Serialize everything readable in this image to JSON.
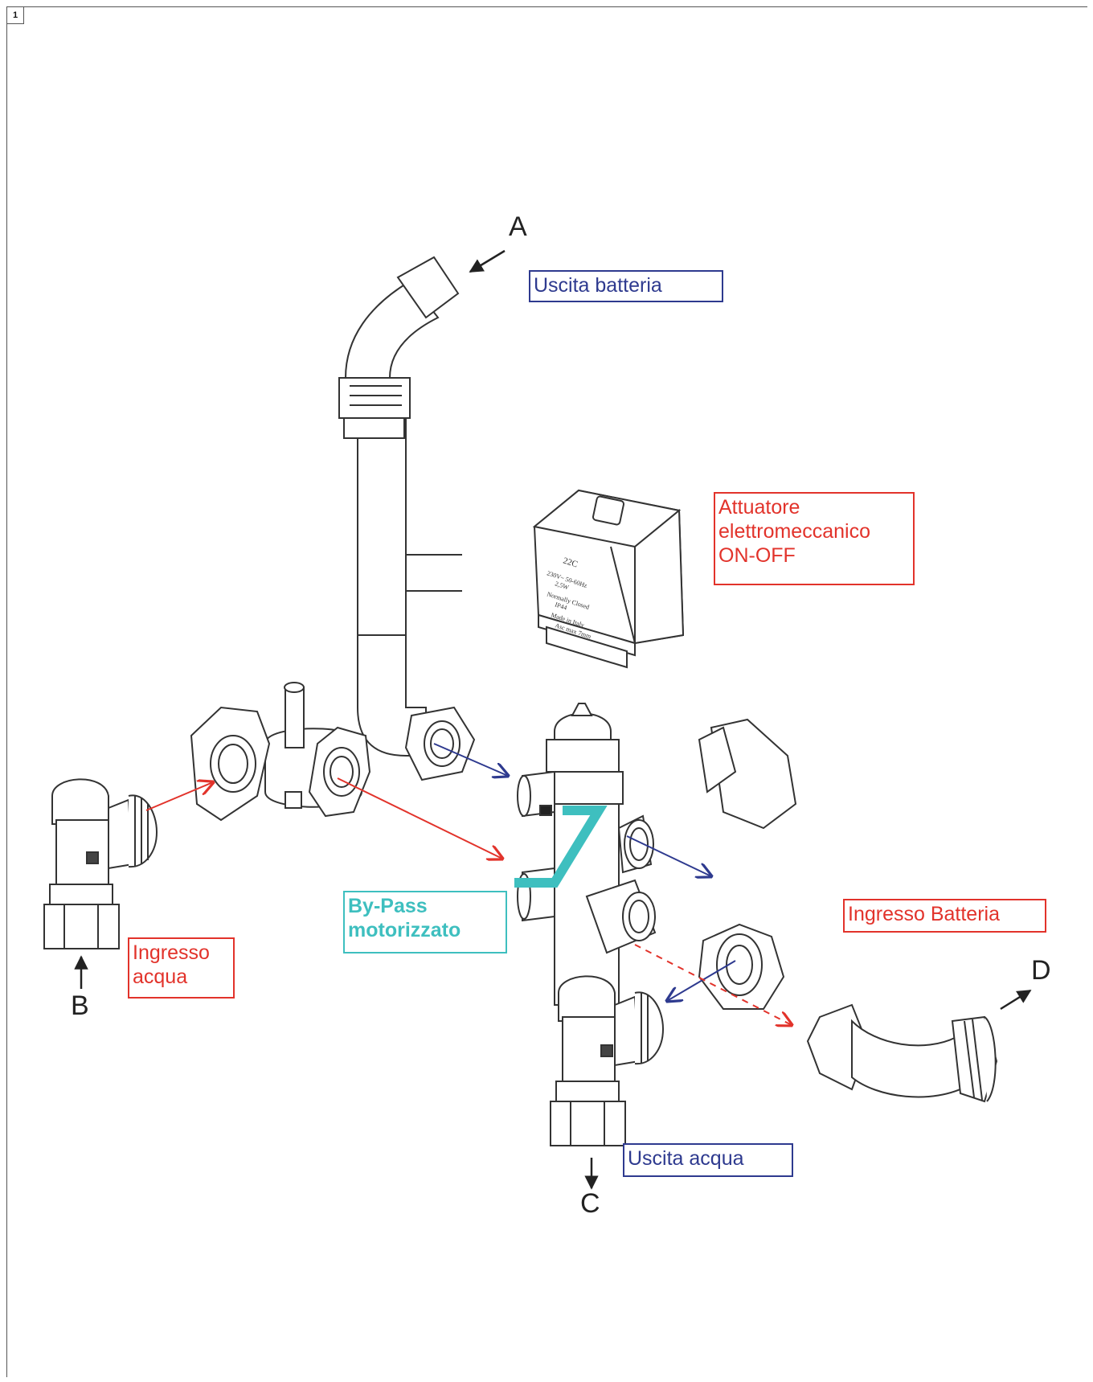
{
  "page": {
    "number": "1"
  },
  "letters": {
    "a": "A",
    "b": "B",
    "c": "C",
    "d": "D"
  },
  "labels": {
    "uscita_batteria": "Uscita batteria",
    "attuatore_line1": "Attuatore",
    "attuatore_line2": "elettromeccanico",
    "attuatore_line3": "ON-OFF",
    "bypass_line1": "By-Pass",
    "bypass_line2": "motorizzato",
    "ingresso_acqua_line1": "Ingresso",
    "ingresso_acqua_line2": "acqua",
    "ingresso_batteria": "Ingresso Batteria",
    "uscita_acqua": "Uscita acqua"
  },
  "actuator_print": {
    "model": "22C",
    "voltage": "230V~ 50-60Hz",
    "power": "2,5W",
    "state": "Normally Closed",
    "ip": "IP44",
    "origin": "Made in Italy",
    "stroke": "Asc max 7mm"
  },
  "colors": {
    "blue": "#2e3a8f",
    "red": "#e2332b",
    "teal": "#3ebfbf",
    "line": "#333333"
  }
}
